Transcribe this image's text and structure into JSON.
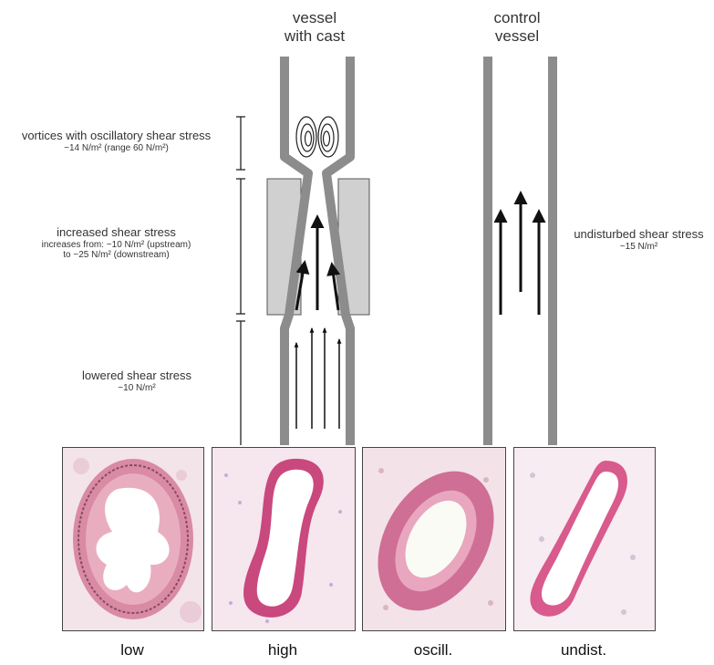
{
  "titles": {
    "cast_vessel": [
      "vessel",
      "with cast"
    ],
    "control_vessel": [
      "control",
      "vessel"
    ]
  },
  "regions": {
    "vortices": {
      "title": "vortices with oscillatory shear stress",
      "detail": "~14 N/m² (range 60 N/m²)"
    },
    "increased": {
      "title": "increased shear stress",
      "detail_1": "increases from: ~10 N/m² (upstream)",
      "detail_2": "to ~25 N/m² (downstream)"
    },
    "lowered": {
      "title": "lowered shear stress",
      "detail": "~10 N/m²"
    },
    "undisturbed": {
      "title": "undisturbed shear stress",
      "detail": "~15 N/m²"
    }
  },
  "panels": [
    {
      "caption": "low",
      "tissue_color": "#d98aa5",
      "lumen_shape": "irregular"
    },
    {
      "caption": "high",
      "tissue_color": "#c9487e",
      "lumen_shape": "elongated"
    },
    {
      "caption": "oscill.",
      "tissue_color": "#cf6f95",
      "lumen_shape": "oval"
    },
    {
      "caption": "undist.",
      "tissue_color": "#d95a8c",
      "lumen_shape": "elongated"
    }
  ],
  "colors": {
    "wall": "#8c8c8c",
    "cast": "#d0d0d0",
    "arrow": "#111111"
  }
}
